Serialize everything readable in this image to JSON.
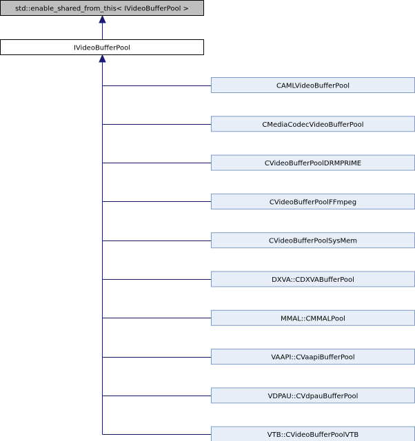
{
  "colors": {
    "edge": "#191970",
    "root_fill": "#bfbfbf",
    "current_fill": "#ffffff",
    "derived_fill": "#e8eef7",
    "derived_border": "#7f9bc4",
    "border": "#000000"
  },
  "diagram": {
    "base_class": "std::enable_shared_from_this< IVideoBufferPool >",
    "current_class": "IVideoBufferPool",
    "derived_classes": [
      "CAMLVideoBufferPool",
      "CMediaCodecVideoBufferPool",
      "CVideoBufferPoolDRMPRIME",
      "CVideoBufferPoolFFmpeg",
      "CVideoBufferPoolSysMem",
      "DXVA::CDXVABufferPool",
      "MMAL::CMMALPool",
      "VAAPI::CVaapiBufferPool",
      "VDPAU::CVdpauBufferPool",
      "VTB::CVideoBufferPoolVTB"
    ]
  }
}
